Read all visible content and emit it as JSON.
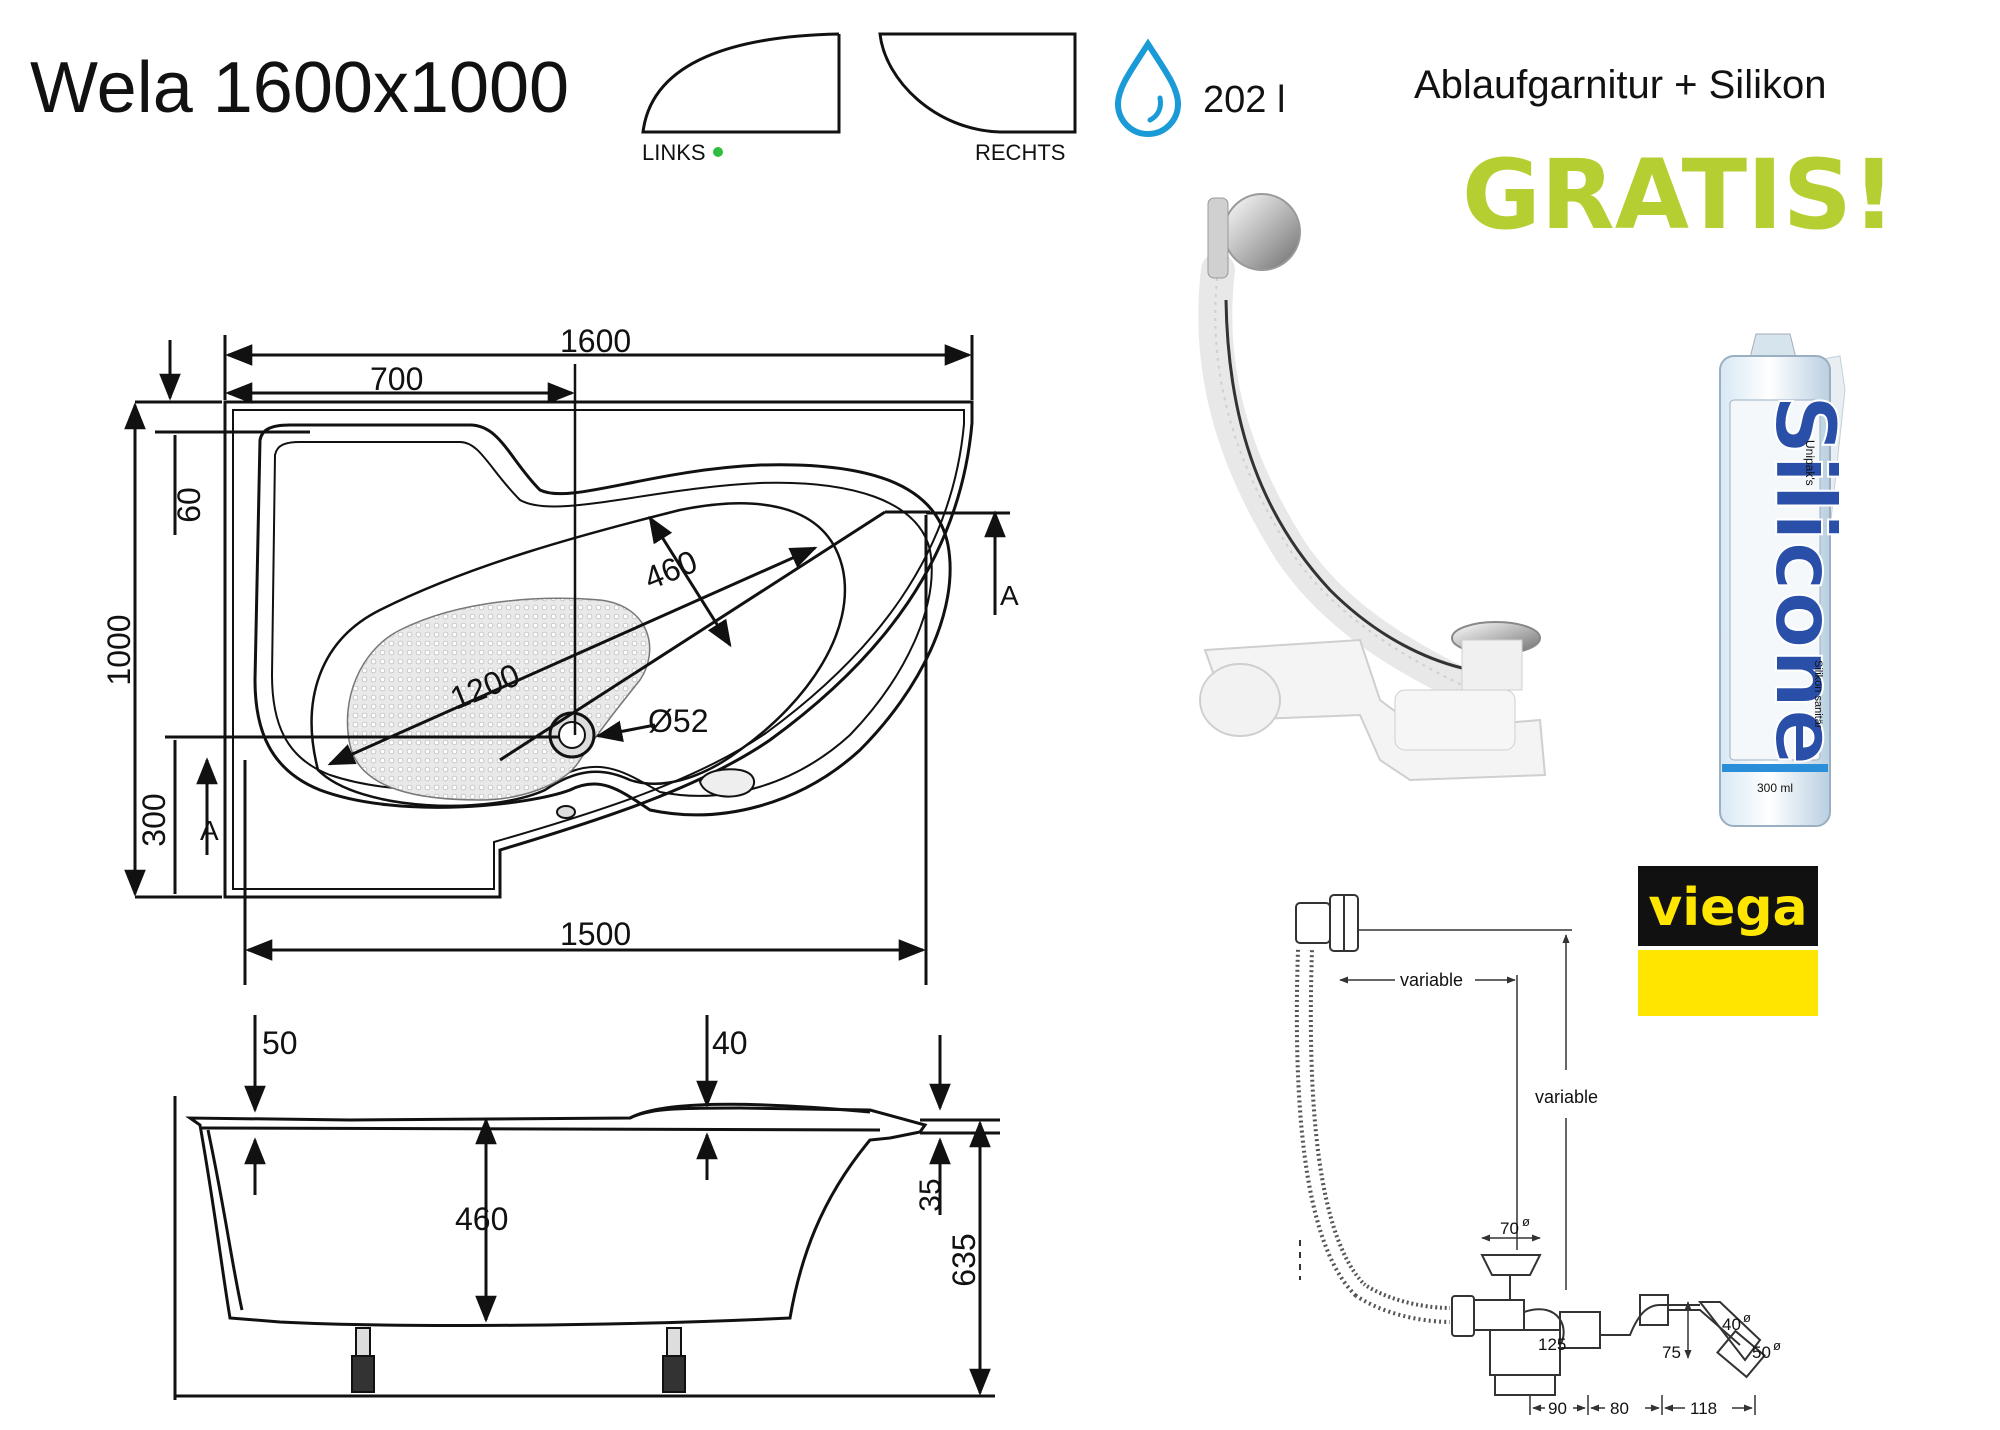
{
  "title": "Wela 1600x1000",
  "orientation": {
    "left_label": "LINKS",
    "right_label": "RECHTS",
    "selected_color": "#2fbf3f"
  },
  "volume": {
    "icon": "water-drop-icon",
    "value": "202 l",
    "color": "#1a9ad6"
  },
  "promo": {
    "line1": "Ablaufgarnitur + Silikon",
    "line2": "GRATIS!",
    "color": "#b5cf32"
  },
  "silicone_tube": {
    "brand_small": "Unipak's",
    "brand": "Silicone",
    "sub": "Silikon sanitär",
    "volume": "300 ml",
    "color": "#2a4fa8"
  },
  "viega": {
    "label": "viega",
    "top_color": "#111111",
    "bottom_color": "#ffe600"
  },
  "top_view": {
    "dim_width": "1600",
    "dim_inner": "700",
    "dim_height": "1000",
    "dim_depth_top": "60",
    "dim_bottom_offset": "300",
    "dim_bottom_width": "1500",
    "dim_diagonal": "1200",
    "dim_inner_width": "460",
    "dim_drain": "Ø52",
    "section_label": "A"
  },
  "side_view": {
    "dim_rim_left": "50",
    "dim_rim_right": "40",
    "dim_depth": "460",
    "dim_lip": "35",
    "dim_total_height": "635"
  },
  "drain_drawing": {
    "variable_h": "variable",
    "variable_v": "variable",
    "d70": "70",
    "d125": "125",
    "d75": "75",
    "d40": "40",
    "d50": "50",
    "d90": "90",
    "d80": "80",
    "d118": "118",
    "diameter_mark": "ø"
  }
}
